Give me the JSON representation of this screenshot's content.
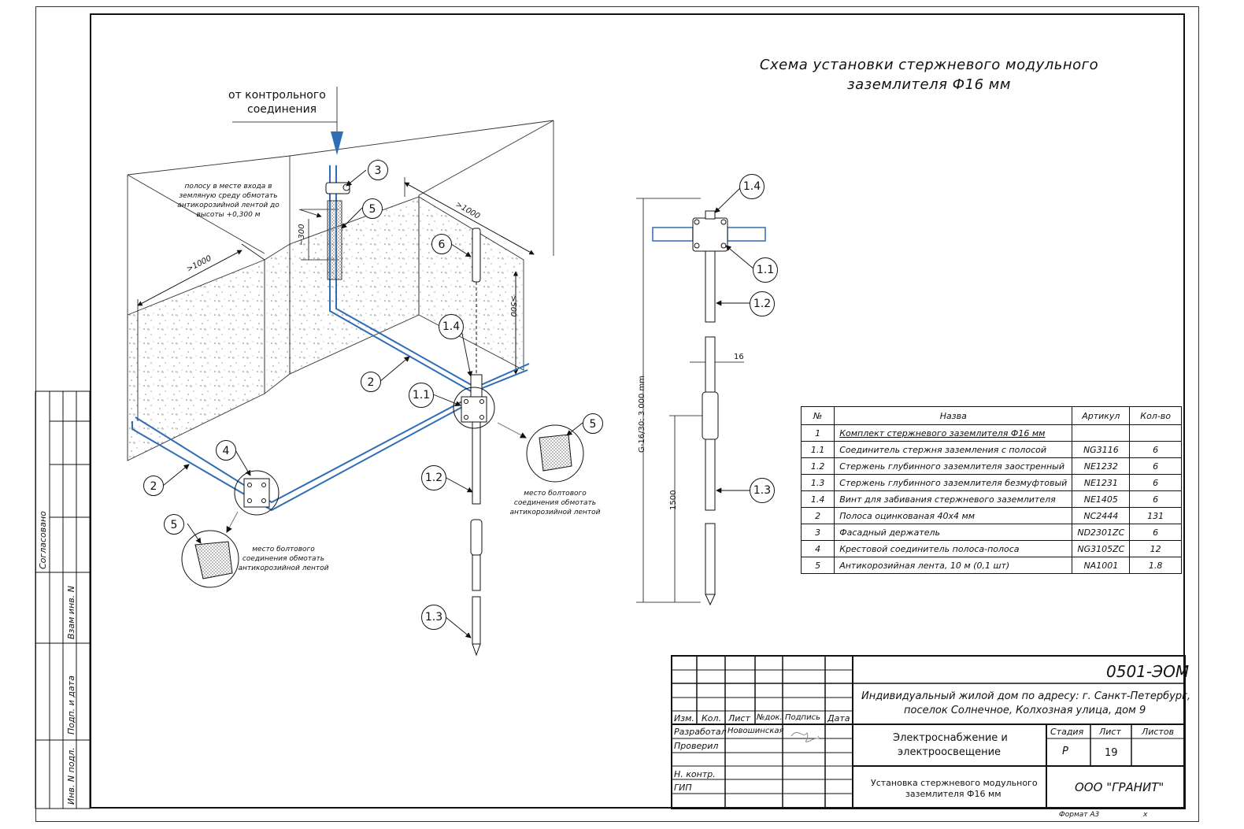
{
  "title": {
    "line1": "Схема установки стержневого модульного",
    "line2": "заземлителя Ф16 мм"
  },
  "labels": {
    "from_control_line1": "от контрольного",
    "from_control_line2": "соединения",
    "wrap_note_line1": "полосу в месте входа в",
    "wrap_note_line2": "земляную среду обмотать",
    "wrap_note_line3": "антикорозийной лентой до",
    "wrap_note_line4": "высоты +0,300 м",
    "bolt_note_left_line1": "место болтового",
    "bolt_note_left_line2": "соединения обмотать",
    "bolt_note_left_line3": "антикорозийной лентой",
    "bolt_note_right_line1": "место болтового",
    "bolt_note_right_line2": "соединения обмотать",
    "bolt_note_right_line3": "антикорозийной лентой",
    "dim_1000_left": ">1000",
    "dim_1000_right": ">1000",
    "dim_300": "~300",
    "dim_500": ">500",
    "dim_16": "16",
    "dim_1500": "1500",
    "dim_total": "G-16/30: 3 000 mm"
  },
  "callouts": {
    "c3": "3",
    "c5a": "5",
    "c6": "6",
    "c14a": "1.4",
    "c2a": "2",
    "c11a": "1.1",
    "c5b": "5",
    "c4": "4",
    "c2b": "2",
    "c5c": "5",
    "c12a": "1.2",
    "c13a": "1.3",
    "c14b": "1.4",
    "c11b": "1.1",
    "c12b": "1.2",
    "c13b": "1.3"
  },
  "spec_table": {
    "headers": [
      "№",
      "Назва",
      "Артикул",
      "Кол-во"
    ],
    "rows": [
      [
        "1",
        "Комплект стержневого заземлителя Ф16 мм",
        "",
        ""
      ],
      [
        "1.1",
        "Соединитель стержня заземления с полосой",
        "NG3116",
        "6"
      ],
      [
        "1.2",
        "Стержень глубинного заземлителя заостренный",
        "NE1232",
        "6"
      ],
      [
        "1.3",
        "Стержень глубинного заземлителя безмуфтовый",
        "NE1231",
        "6"
      ],
      [
        "1.4",
        "Винт для забивания стержневого заземлителя",
        "NE1405",
        "6"
      ],
      [
        "2",
        "Полоса оцинкованая 40х4 мм",
        "NC2444",
        "131"
      ],
      [
        "3",
        "Фасадный держатель",
        "ND2301ZC",
        "6"
      ],
      [
        "4",
        "Крестовой соединитель полоса-полоса",
        "NG3105ZC",
        "12"
      ],
      [
        "5",
        "Антикорозийная лента, 10 м (0,1 шт)",
        "NA1001",
        "1.8"
      ]
    ]
  },
  "stamp": {
    "doc_code": "0501-ЭОМ",
    "object_line1": "Индивидуальный жилой дом по адресу: г. Санкт-Петербург,",
    "object_line2": "поселок Солнечное, Колхозная улица, дом 9",
    "col_izm": "Изм.",
    "col_kol": "Кол.",
    "col_list": "Лист",
    "col_ndok": "№док.",
    "col_podpis": "Подпись",
    "col_data": "Дата",
    "row_razrab": "Разработал",
    "razrab_name": "Новошинская",
    "row_proveril": "Проверил",
    "row_nkontr": "Н. контр.",
    "row_gip": "ГИП",
    "section_line1": "Электроснабжение и",
    "section_line2": "электроосвещение",
    "sheet_title_line1": "Установка стержневого модульного",
    "sheet_title_line2": "заземлителя Ф16 мм",
    "stadia_label": "Стадия",
    "list_label": "Лист",
    "listov_label": "Листов",
    "stadia_value": "Р",
    "list_value": "19",
    "listov_value": "",
    "company": "ООО \"ГРАНИТ\"",
    "format": "Формат А3",
    "format_x": "x"
  },
  "side_stamp": {
    "agreed": "Согласовано",
    "vzam": "Взам инв. N",
    "podp": "Подп. и дата",
    "inv": "Инв. N подл."
  },
  "colors": {
    "strip": "#2f6db5",
    "arrow": "#2f6db5",
    "line": "#111111",
    "hatch": "#666666"
  }
}
